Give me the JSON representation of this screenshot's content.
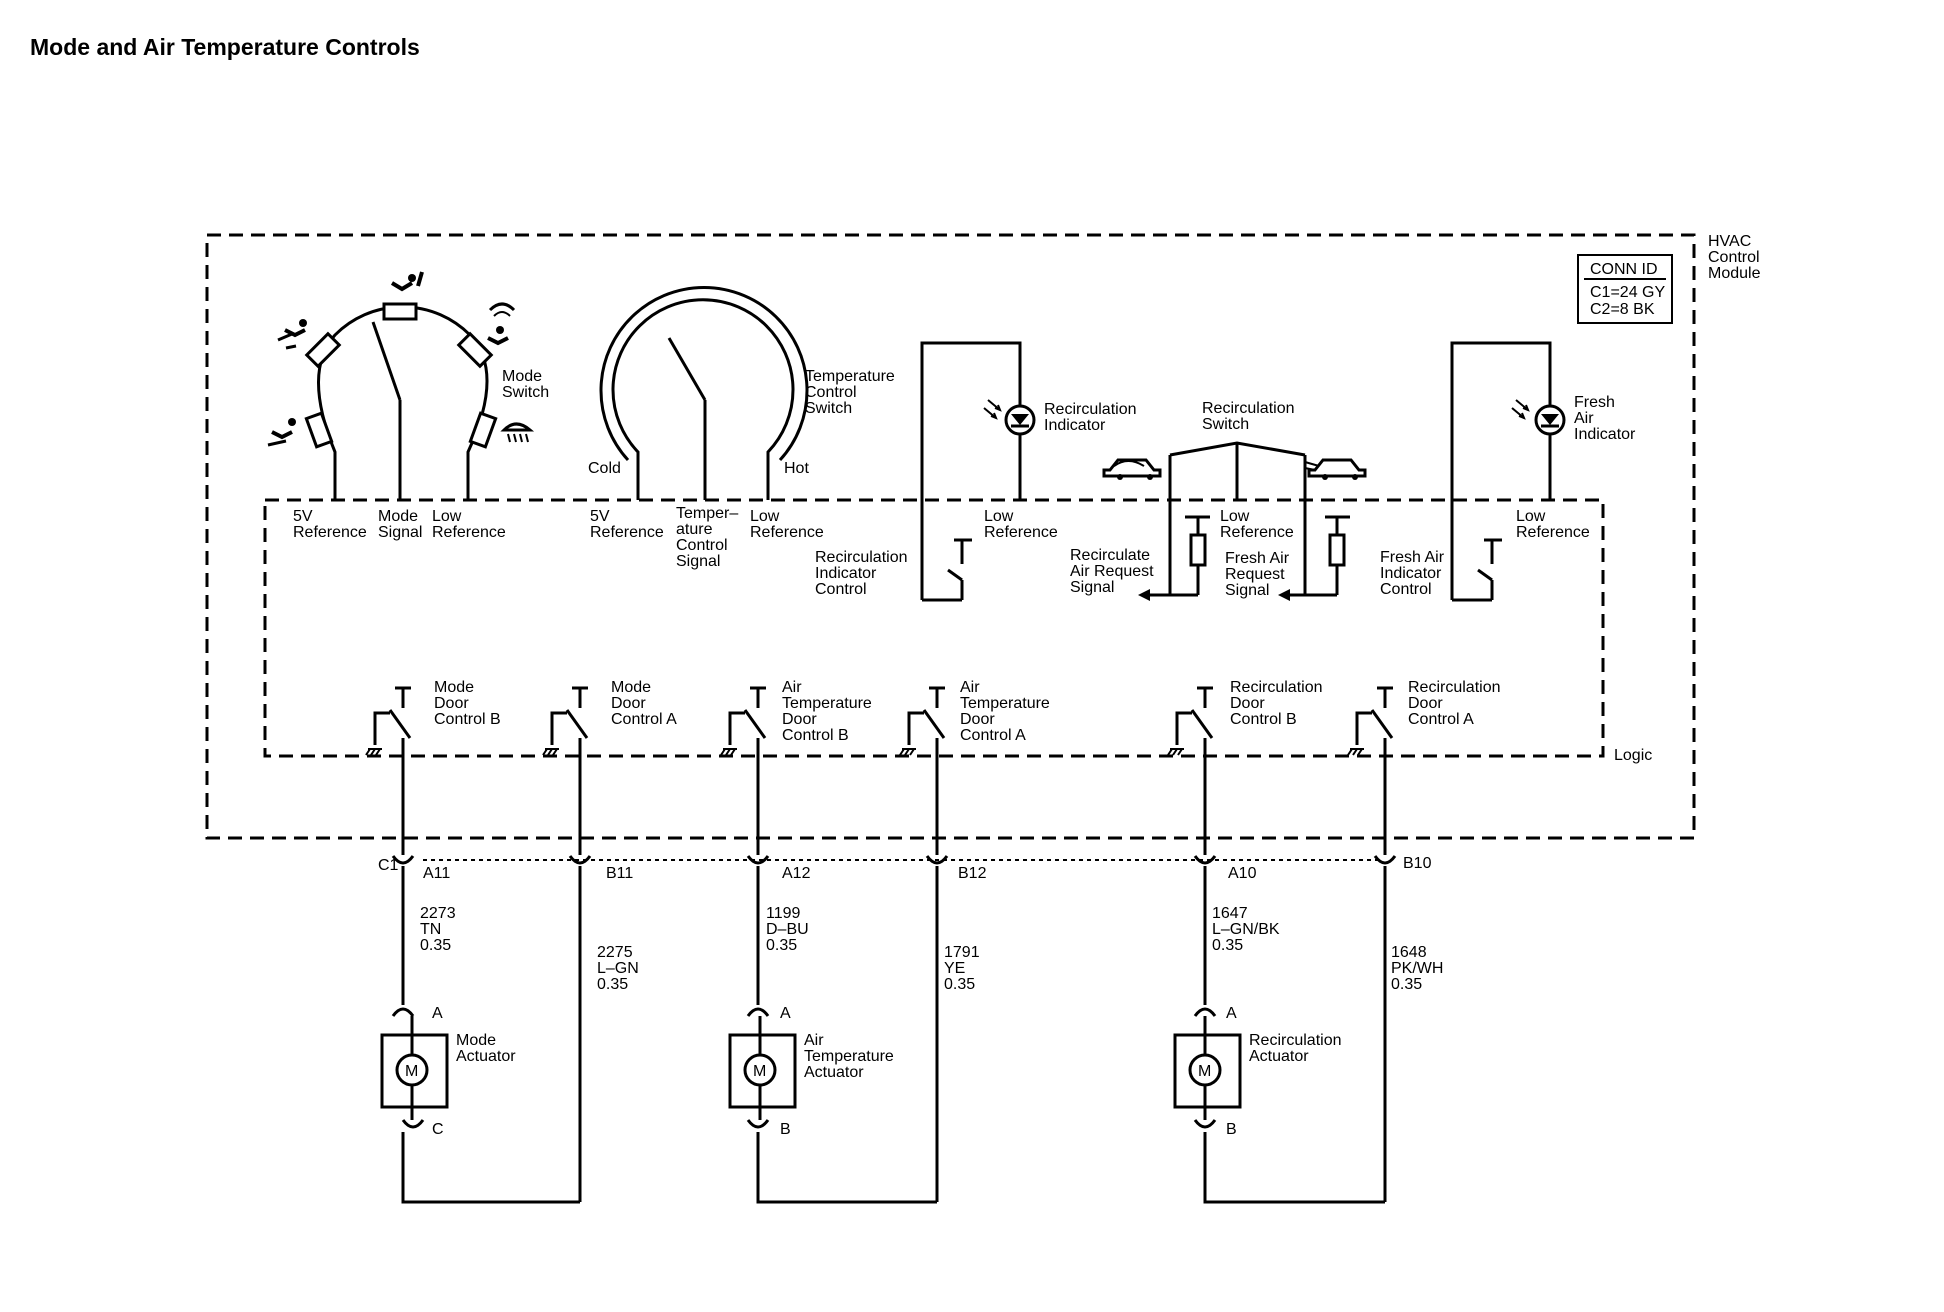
{
  "title": "Mode and Air Temperature Controls",
  "module": {
    "name_lines": [
      "HVAC",
      "Control",
      "Module"
    ],
    "conn_header": "CONN ID",
    "conn_lines": [
      "C1=24 GY",
      "C2=8 BK"
    ],
    "logic_label": "Logic"
  },
  "mode_switch": {
    "label_lines": [
      "Mode",
      "Switch"
    ],
    "pins": [
      {
        "lines": [
          "5V",
          "Reference"
        ]
      },
      {
        "lines": [
          "Mode",
          "Signal"
        ]
      },
      {
        "lines": [
          "Low",
          "Reference"
        ]
      }
    ]
  },
  "temp_switch": {
    "label_lines": [
      "Temperature",
      "Control",
      "Switch"
    ],
    "cold": "Cold",
    "hot": "Hot",
    "pins": [
      {
        "lines": [
          "5V",
          "Reference"
        ]
      },
      {
        "lines": [
          "Temper–",
          "ature",
          "Control",
          "Signal"
        ]
      },
      {
        "lines": [
          "Low",
          "Reference"
        ]
      }
    ]
  },
  "recirc_indicator": {
    "label_lines": [
      "Recirculation",
      "Indicator"
    ],
    "low_ref_lines": [
      "Low",
      "Reference"
    ],
    "control_lines": [
      "Recirculation",
      "Indicator",
      "Control"
    ]
  },
  "recirc_switch": {
    "label_lines": [
      "Recirculation",
      "Switch"
    ],
    "low_ref_lines": [
      "Low",
      "Reference"
    ],
    "recirc_signal_lines": [
      "Recirculate",
      "Air Request",
      "Signal"
    ],
    "fresh_signal_lines": [
      "Fresh Air",
      "Request",
      "Signal"
    ]
  },
  "fresh_indicator": {
    "label_lines": [
      "Fresh",
      "Air",
      "Indicator"
    ],
    "low_ref_lines": [
      "Low",
      "Reference"
    ],
    "control_lines": [
      "Fresh Air",
      "Indicator",
      "Control"
    ]
  },
  "drivers": [
    {
      "lines": [
        "Mode",
        "Door",
        "Control B"
      ]
    },
    {
      "lines": [
        "Mode",
        "Door",
        "Control A"
      ]
    },
    {
      "lines": [
        "Air",
        "Temperature",
        "Door",
        "Control B"
      ]
    },
    {
      "lines": [
        "Air",
        "Temperature",
        "Door",
        "Control A"
      ]
    },
    {
      "lines": [
        "Recirculation",
        "Door",
        "Control B"
      ]
    },
    {
      "lines": [
        "Recirculation",
        "Door",
        "Control A"
      ]
    }
  ],
  "connector_name": "C1",
  "pins": [
    "A11",
    "B11",
    "A12",
    "B12",
    "A10",
    "B10"
  ],
  "wires": [
    {
      "circuit": "2273",
      "color": "TN",
      "gauge": "0.35"
    },
    {
      "circuit": "2275",
      "color": "L–GN",
      "gauge": "0.35"
    },
    {
      "circuit": "1199",
      "color": "D–BU",
      "gauge": "0.35"
    },
    {
      "circuit": "1791",
      "color": "YE",
      "gauge": "0.35"
    },
    {
      "circuit": "1647",
      "color": "L–GN/BK",
      "gauge": "0.35"
    },
    {
      "circuit": "1648",
      "color": "PK/WH",
      "gauge": "0.35"
    }
  ],
  "actuators": [
    {
      "lines": [
        "Mode",
        "Actuator"
      ],
      "top_pin": "A",
      "bottom_pin": "C",
      "symbol": "M"
    },
    {
      "lines": [
        "Air",
        "Temperature",
        "Actuator"
      ],
      "top_pin": "A",
      "bottom_pin": "B",
      "symbol": "M"
    },
    {
      "lines": [
        "Recirculation",
        "Actuator"
      ],
      "top_pin": "A",
      "bottom_pin": "B",
      "symbol": "M"
    }
  ]
}
